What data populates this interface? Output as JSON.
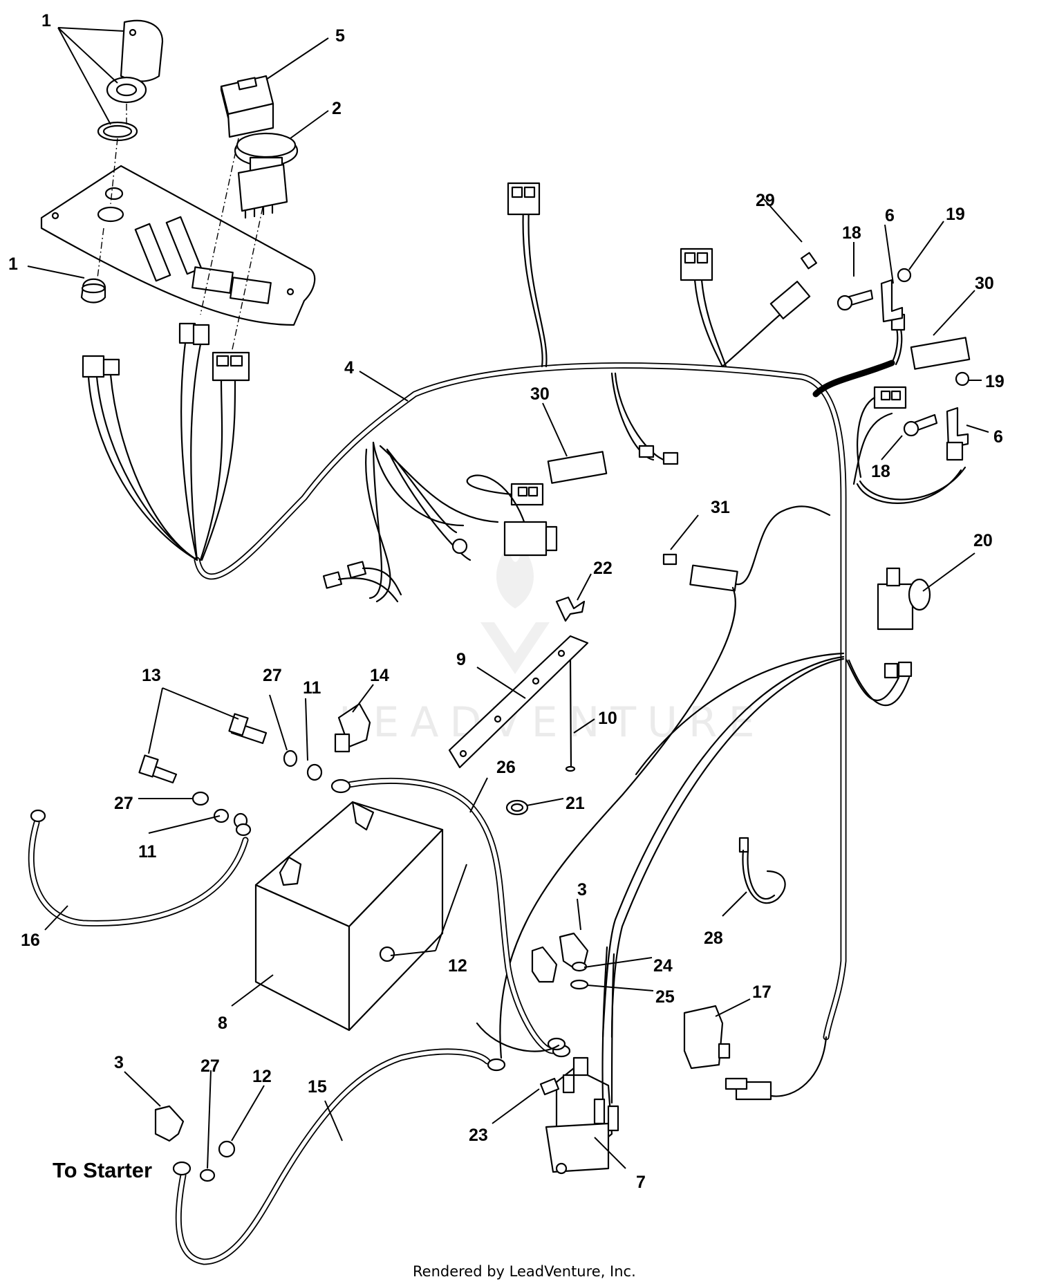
{
  "diagram": {
    "callouts": {
      "c1a": "1",
      "c1b": "1",
      "c2": "2",
      "c3a": "3",
      "c3b": "3",
      "c4": "4",
      "c5": "5",
      "c6a": "6",
      "c6b": "6",
      "c7": "7",
      "c8": "8",
      "c9": "9",
      "c10": "10",
      "c11a": "11",
      "c11b": "11",
      "c12a": "12",
      "c12b": "12",
      "c13": "13",
      "c14": "14",
      "c15": "15",
      "c16": "16",
      "c17": "17",
      "c18a": "18",
      "c18b": "18",
      "c19a": "19",
      "c19b": "19",
      "c20": "20",
      "c21": "21",
      "c22": "22",
      "c23": "23",
      "c24": "24",
      "c25": "25",
      "c26": "26",
      "c27a": "27",
      "c27b": "27",
      "c27c": "27",
      "c28": "28",
      "c29": "29",
      "c30a": "30",
      "c30b": "30",
      "c31": "31"
    },
    "to_starter_label": "To Starter",
    "watermark_text": "LEADVENTURE",
    "footer_text": "Rendered by LeadVenture, Inc."
  }
}
